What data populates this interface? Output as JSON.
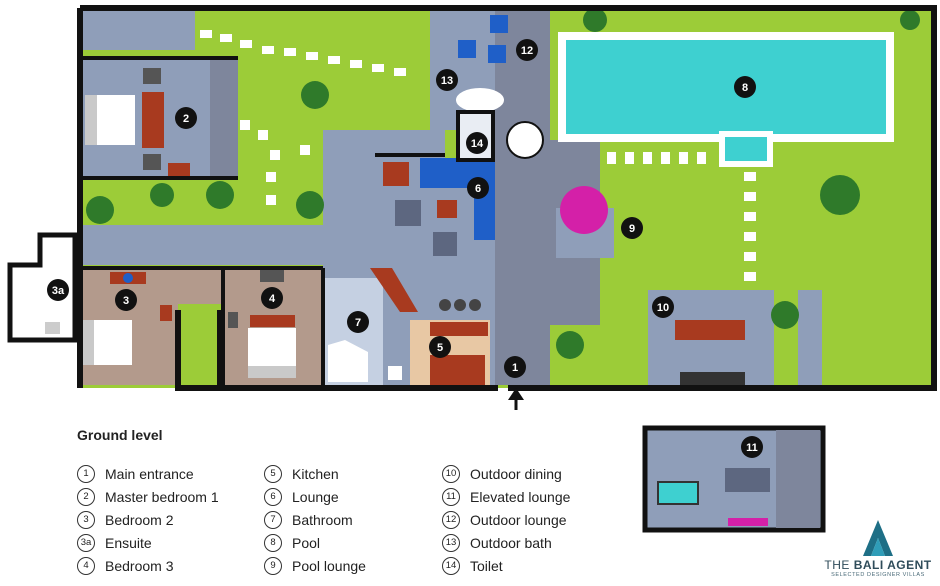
{
  "legend_title": "Ground level",
  "legend": [
    {
      "num": "1",
      "label": "Main entrance"
    },
    {
      "num": "2",
      "label": "Master bedroom 1"
    },
    {
      "num": "3",
      "label": "Bedroom 2"
    },
    {
      "num": "3a",
      "label": "Ensuite"
    },
    {
      "num": "4",
      "label": "Bedroom 3"
    },
    {
      "num": "5",
      "label": "Kitchen"
    },
    {
      "num": "6",
      "label": "Lounge"
    },
    {
      "num": "7",
      "label": "Bathroom"
    },
    {
      "num": "8",
      "label": "Pool"
    },
    {
      "num": "9",
      "label": "Pool lounge"
    },
    {
      "num": "10",
      "label": "Outdoor dining"
    },
    {
      "num": "11",
      "label": "Elevated lounge"
    },
    {
      "num": "12",
      "label": "Outdoor lounge"
    },
    {
      "num": "13",
      "label": "Outdoor bath"
    },
    {
      "num": "14",
      "label": "Toilet"
    }
  ],
  "brand": {
    "prefix": "THE",
    "name": "BALI AGENT",
    "tagline": "SELECTED DESIGNER VILLAS"
  },
  "colors": {
    "garden": "#9ccc38",
    "floor": "#8f9eb9",
    "bedroom": "#b39a8c",
    "deck": "#7e869c",
    "wall": "#111111",
    "pool": "#3ed0d0",
    "accent_red": "#a83a1f",
    "sofa_blue": "#1f5fc8",
    "umbrella": "#d420a8",
    "kitchen_floor": "#e8c8a4"
  }
}
